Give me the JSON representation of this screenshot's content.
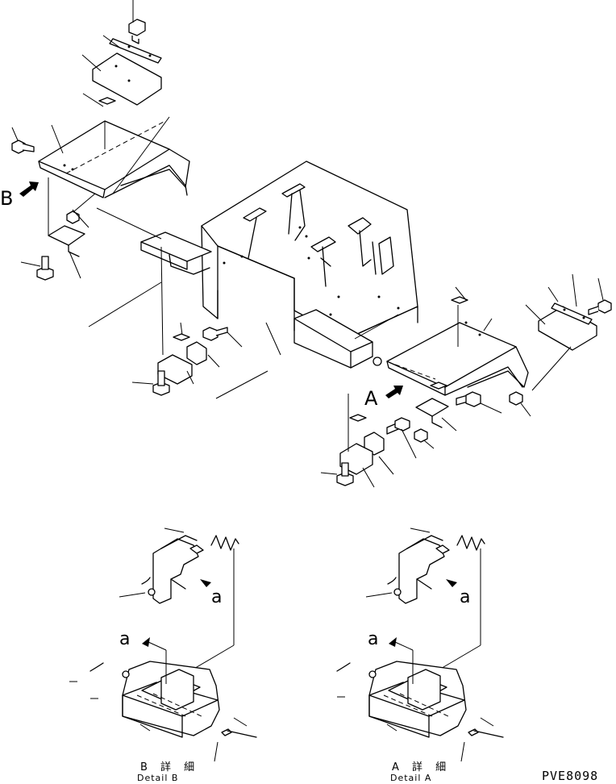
{
  "view_labels": {
    "b": "B",
    "a": "A"
  },
  "detail_b": {
    "arrow_label_1": "a",
    "arrow_label_2": "a",
    "caption_jp": "B 詳 細",
    "caption_en": "Detail B"
  },
  "detail_a": {
    "arrow_label_1": "a",
    "arrow_label_2": "a",
    "caption_jp": "A 詳 細",
    "caption_en": "Detail A"
  },
  "drawing_number": "PVE8098",
  "icons": {
    "view_arrow": "view-direction-arrow-icon"
  }
}
